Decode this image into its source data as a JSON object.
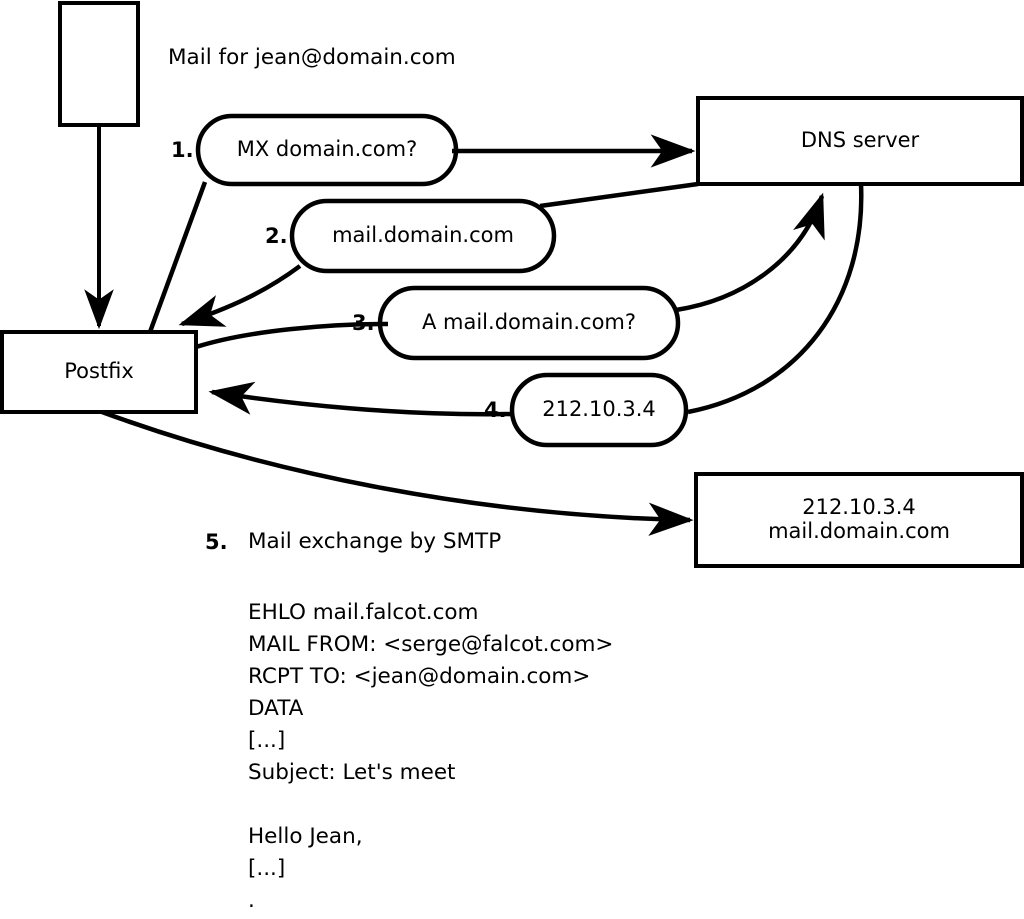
{
  "title": "Mail for jean@domain.com",
  "nodes": {
    "client_box": {
      "label": ""
    },
    "postfix": {
      "label": "Postfix"
    },
    "dns_server": {
      "label": "DNS server"
    },
    "mail_server": {
      "label": "212.10.3.4\nmail.domain.com",
      "line1": "212.10.3.4",
      "line2": "mail.domain.com"
    }
  },
  "steps": [
    {
      "num": "1.",
      "text": "MX domain.com?"
    },
    {
      "num": "2.",
      "text": "mail.domain.com"
    },
    {
      "num": "3.",
      "text": "A mail.domain.com?"
    },
    {
      "num": "4.",
      "text": "212.10.3.4"
    },
    {
      "num": "5.",
      "text": "Mail exchange by SMTP"
    }
  ],
  "smtp_transcript": [
    "EHLO mail.falcot.com",
    "MAIL FROM: <serge@falcot.com>",
    "RCPT TO: <jean@domain.com>",
    "DATA",
    "[...]",
    "Subject: Let's meet",
    "",
    "Hello Jean,",
    "[...]",
    "."
  ],
  "colors": {
    "stroke": "#000000",
    "fill": "#ffffff",
    "text": "#000000"
  }
}
